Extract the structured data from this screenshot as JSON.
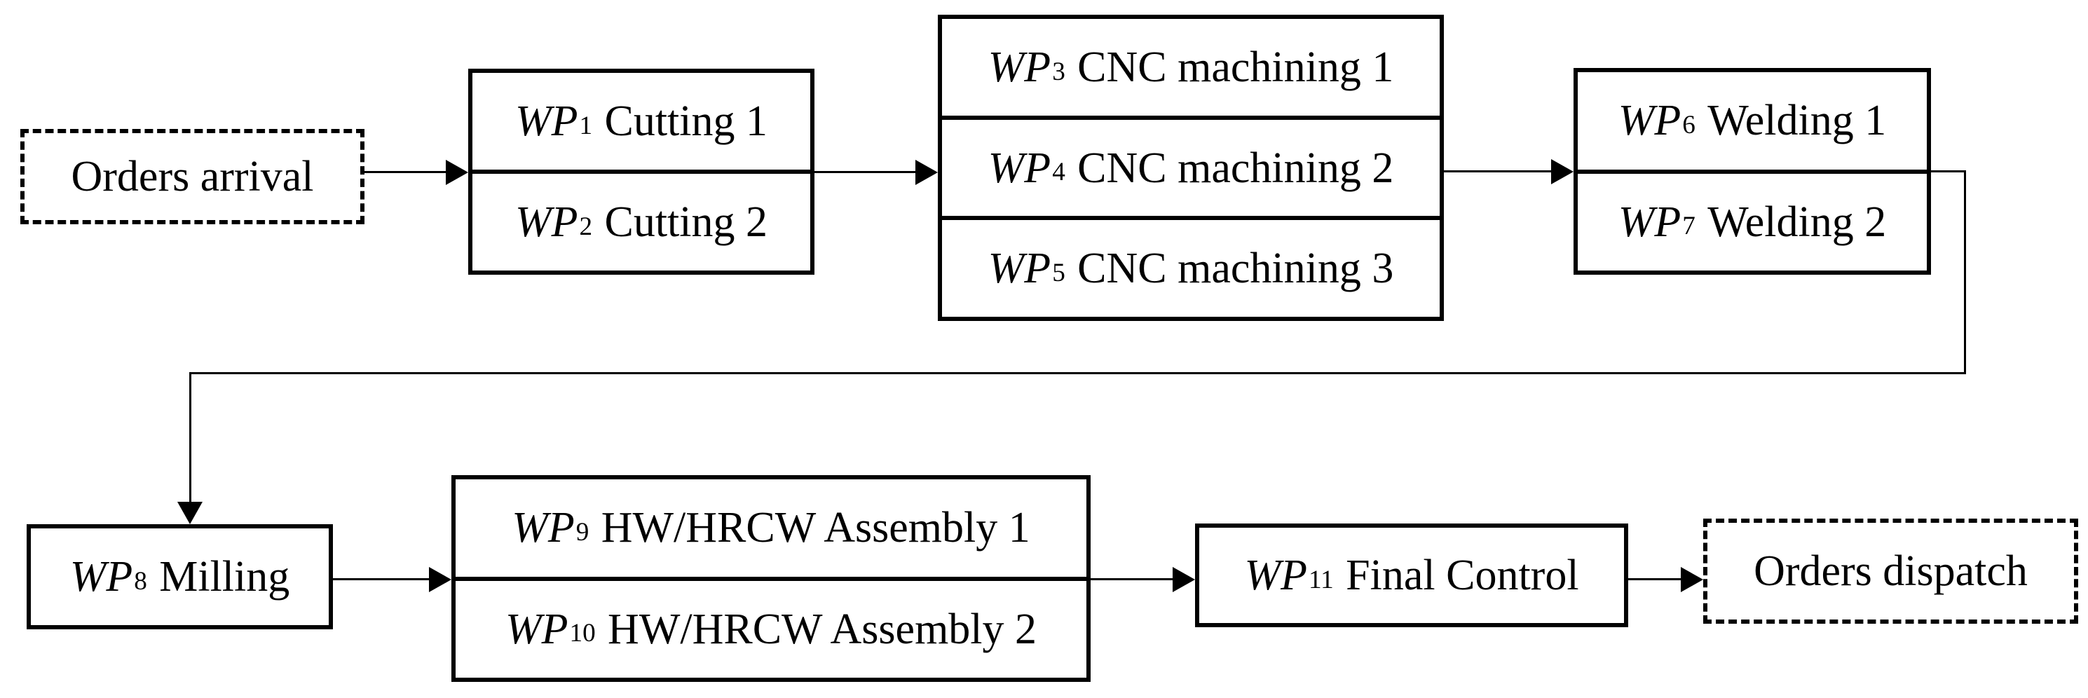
{
  "diagram": {
    "type": "process-flow",
    "background_color": "#ffffff",
    "line_color": "#000000",
    "nodes": {
      "orders_arrival": {
        "label": "Orders arrival"
      },
      "cutting": {
        "cells": [
          {
            "wp": "WP",
            "sub": "1",
            "label": "Cutting 1"
          },
          {
            "wp": "WP",
            "sub": "2",
            "label": "Cutting 2"
          }
        ]
      },
      "cnc_machining": {
        "cells": [
          {
            "wp": "WP",
            "sub": "3",
            "label": "CNC machining 1"
          },
          {
            "wp": "WP",
            "sub": "4",
            "label": "CNC machining 2"
          },
          {
            "wp": "WP",
            "sub": "5",
            "label": "CNC machining 3"
          }
        ]
      },
      "welding": {
        "cells": [
          {
            "wp": "WP",
            "sub": "6",
            "label": "Welding 1"
          },
          {
            "wp": "WP",
            "sub": "7",
            "label": "Welding 2"
          }
        ]
      },
      "milling": {
        "cells": [
          {
            "wp": "WP",
            "sub": "8",
            "label": "Milling"
          }
        ]
      },
      "assembly": {
        "cells": [
          {
            "wp": "WP",
            "sub": "9",
            "label": "HW/HRCW Assembly 1"
          },
          {
            "wp": "WP",
            "sub": "10",
            "label": "HW/HRCW Assembly 2"
          }
        ]
      },
      "final_control": {
        "cells": [
          {
            "wp": "WP",
            "sub": "11",
            "label": "Final Control"
          }
        ]
      },
      "orders_dispatch": {
        "label": "Orders dispatch"
      }
    },
    "edges": [
      {
        "from": "orders_arrival",
        "to": "cutting"
      },
      {
        "from": "cutting",
        "to": "cnc_machining"
      },
      {
        "from": "cnc_machining",
        "to": "welding"
      },
      {
        "from": "welding",
        "to": "milling"
      },
      {
        "from": "milling",
        "to": "assembly"
      },
      {
        "from": "assembly",
        "to": "final_control"
      },
      {
        "from": "final_control",
        "to": "orders_dispatch"
      }
    ]
  }
}
